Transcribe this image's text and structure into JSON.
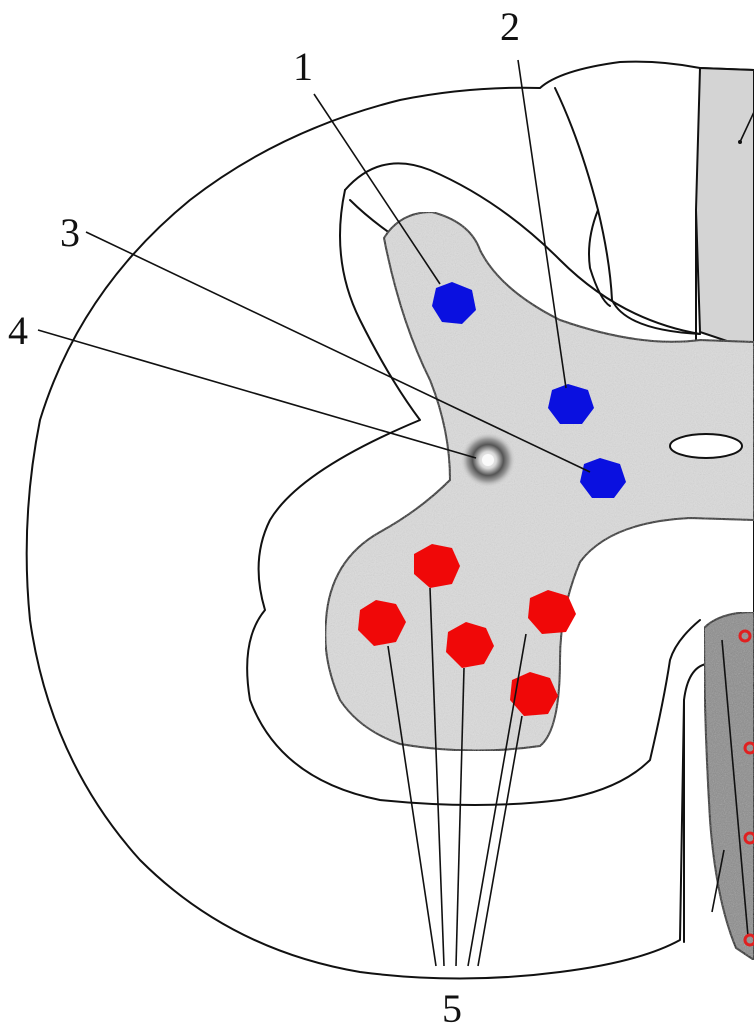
{
  "labels": {
    "l1": "1",
    "l2": "2",
    "l3": "3",
    "l4": "4",
    "l5": "5"
  },
  "colors": {
    "sensory_nucleus": "#0a10e0",
    "motor_nucleus": "#f00808",
    "gray_matter": "#dcdcdc",
    "dorsal_funiculus": "#d2d2d2",
    "ventral_funiculus": "#8c8c8c"
  },
  "icons": {
    "sensory": "blue-nucleus-icon",
    "motor": "red-nucleus-icon",
    "canal": "central-canal-icon"
  }
}
